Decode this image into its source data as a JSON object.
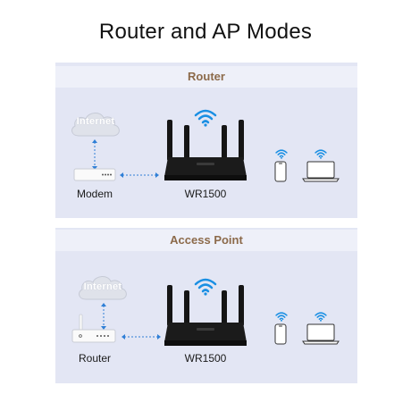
{
  "title": "Router and AP Modes",
  "colors": {
    "panel_bg": "#e3e6f4",
    "heading_text": "#8c6a4a",
    "wifi_blue": "#1a8fe3",
    "line_blue": "#2f7fd6"
  },
  "panels": [
    {
      "heading": "Router",
      "cloud_label": "Internet",
      "source_device_label": "Modem",
      "source_device_icon": "modem-icon",
      "router_label": "WR1500"
    },
    {
      "heading": "Access Point",
      "cloud_label": "Internet",
      "source_device_label": "Router",
      "source_device_icon": "router-icon",
      "router_label": "WR1500"
    }
  ],
  "client_icons": [
    "wifi-icon",
    "smartphone-icon",
    "laptop-icon"
  ]
}
